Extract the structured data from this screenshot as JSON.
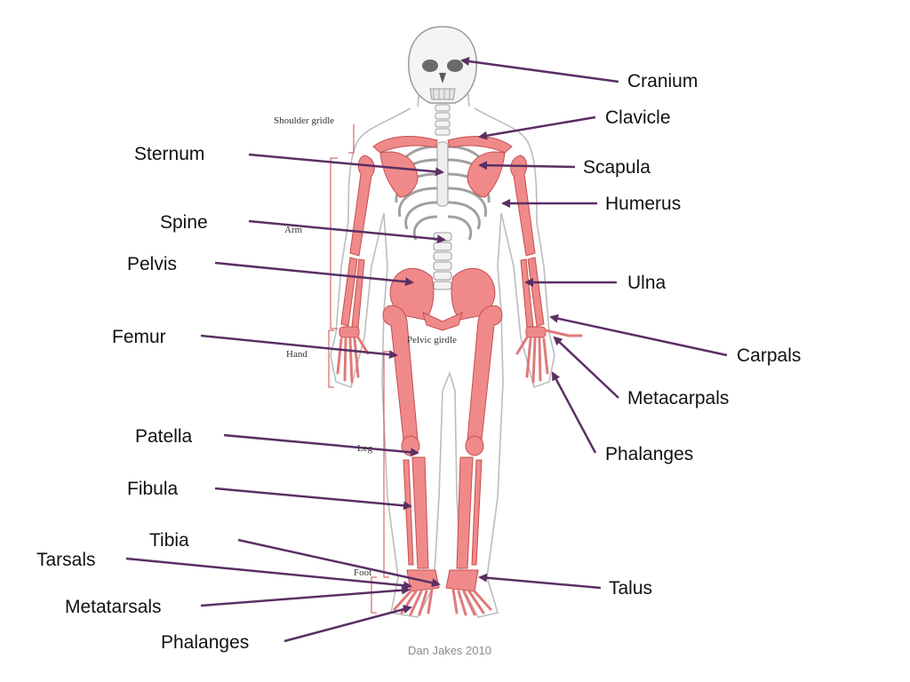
{
  "colors": {
    "bone_fill": "#f08a8a",
    "bone_outline": "#c44e4e",
    "body_outline": "#b8b8b8",
    "skull_fill": "#f4f4f4",
    "pointer": "#5a2f64",
    "bracket": "#d04a4a"
  },
  "labels": {
    "cranium": "Cranium",
    "clavicle": "Clavicle",
    "scapula": "Scapula",
    "humerus": "Humerus",
    "ulna": "Ulna",
    "carpals": "Carpals",
    "metacarpals": "Metacarpals",
    "phalanges_hand": "Phalanges",
    "talus": "Talus",
    "sternum": "Sternum",
    "spine": "Spine",
    "pelvis": "Pelvis",
    "femur": "Femur",
    "patella": "Patella",
    "fibula": "Fibula",
    "tibia": "Tibia",
    "tarsals": "Tarsals",
    "metatarsals": "Metatarsals",
    "phalanges_foot": "Phalanges"
  },
  "inner_labels": {
    "shoulder_girdle": "Shoulder gridle",
    "arm": "Arm",
    "hand": "Hand",
    "pelvic_girdle": "Pelvic girdle",
    "leg": "Leg",
    "foot": "Foot"
  },
  "credit": "Dan Jakes 2010"
}
